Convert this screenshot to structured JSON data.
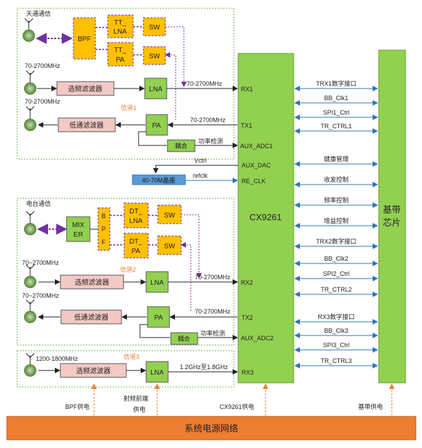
{
  "section_labels": {
    "sky": "天通通信",
    "radio": "电台通信",
    "ch1": "信道1",
    "ch2": "信道2",
    "ch3": "信道3"
  },
  "blocks": {
    "bpf": "BPF",
    "tt_lna": [
      "TT_",
      "LNA"
    ],
    "tt_pa": [
      "TT_",
      "PA"
    ],
    "sw": "SW",
    "select_filter": "选频滤波器",
    "lowpass_filter": "低通滤波器",
    "lna": "LNA",
    "pa": "PA",
    "coupler": "耦合",
    "mixer": [
      "MIX",
      "ER"
    ],
    "bpf_vertical": [
      "B",
      "P",
      "F"
    ],
    "dt_lna": [
      "DT_",
      "LNA"
    ],
    "dt_pa": [
      "DT_",
      "PA"
    ],
    "crystal": "40-70M晶振",
    "chip": "CX9261",
    "baseband": [
      "基带",
      "芯片"
    ],
    "power_bar": "系统电源网络"
  },
  "freq": {
    "f1a": "70-2700MHz",
    "f1b": "70-2700MHz",
    "f2a": "70~2700MHz",
    "f2b": "70~2700MHz",
    "f3": "1200-1800MHz",
    "rx1": "70-2700MHz",
    "tx1": "70-2700MHz",
    "rx2": "70-2700MHz",
    "tx2": "70-2700MHz",
    "rx3": "1.2GHz至1.8GHz"
  },
  "labels": {
    "power_detect1": "功率检测",
    "power_detect2": "功率检测",
    "vctrl": "Vctrl",
    "refclk": "refclk"
  },
  "ports": {
    "rx1": "RX1",
    "tx1": "TX1",
    "aux_adc1": "AUX_ADC1",
    "aux_dac": "AUX_DAC",
    "re_clk": "RE_CLK",
    "rx2": "RX2",
    "tx2": "TX2",
    "aux_adc2": "AUX_ADC2",
    "rx3": "RX3"
  },
  "interfaces": [
    "TRX1数字接口",
    "BB_Clk1",
    "SPI1_Ctrl",
    "TR_CTRL1",
    "健康管理",
    "收发控制",
    "频率控制",
    "增益控制",
    "TRX2数字接口",
    "BB_Clk2",
    "SPI2_Ctrl",
    "TR_CTRL2",
    "RX3数字接口",
    "BB_Clk3",
    "SPI3_Ctrl",
    "TR_CTRL3"
  ],
  "power_labels": {
    "bpf": "BPF供电",
    "rf1": "射频前端",
    "rf2": "供电",
    "cx": "CX9261供电",
    "bb": "基带供电"
  },
  "colors": {
    "chip": "#92d050",
    "filter": "#f2c9c4",
    "yellow": "#ffc000",
    "power": "#ed7d31",
    "crystal": "#5b9bd5",
    "antenna": "#70ad47",
    "box_border": "#70ad47",
    "dash_purple": "#7030a0",
    "arrow_blue": "#2e75b6",
    "orange_text": "#ed7d31"
  }
}
